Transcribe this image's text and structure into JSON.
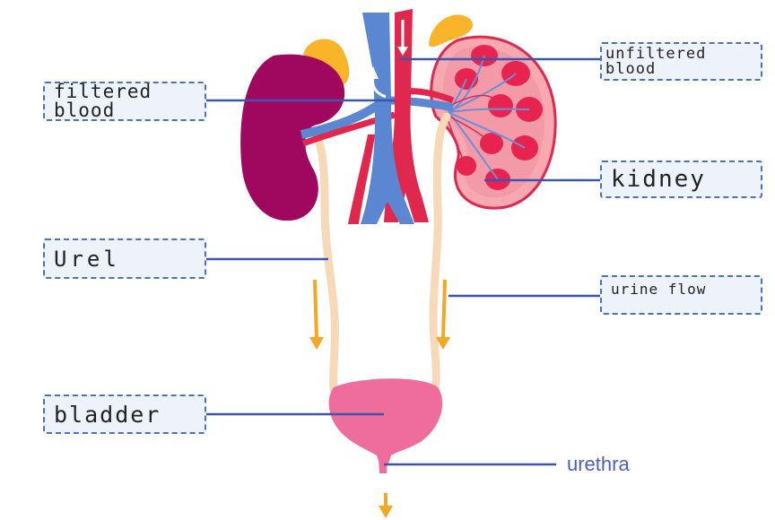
{
  "labels": {
    "filtered_blood": "filtered blood",
    "unfiltered_blood": "unfiltered\n blood",
    "kidney": "kidney",
    "urel": "Urel",
    "urine_flow": "urine flow",
    "bladder": "bladder",
    "urethra": "urethra"
  },
  "colors": {
    "vein": "#5b86d1",
    "artery": "#e0284f",
    "left_kidney": "#a0075f",
    "right_kidney_outer": "#f7a8b0",
    "right_kidney_inner": "#e8234f",
    "adrenal": "#f9b42a",
    "ureter": "#f6d9b9",
    "bladder": "#ef6d9c",
    "arrow": "#f5a623",
    "leader_line": "#3a56b0"
  }
}
